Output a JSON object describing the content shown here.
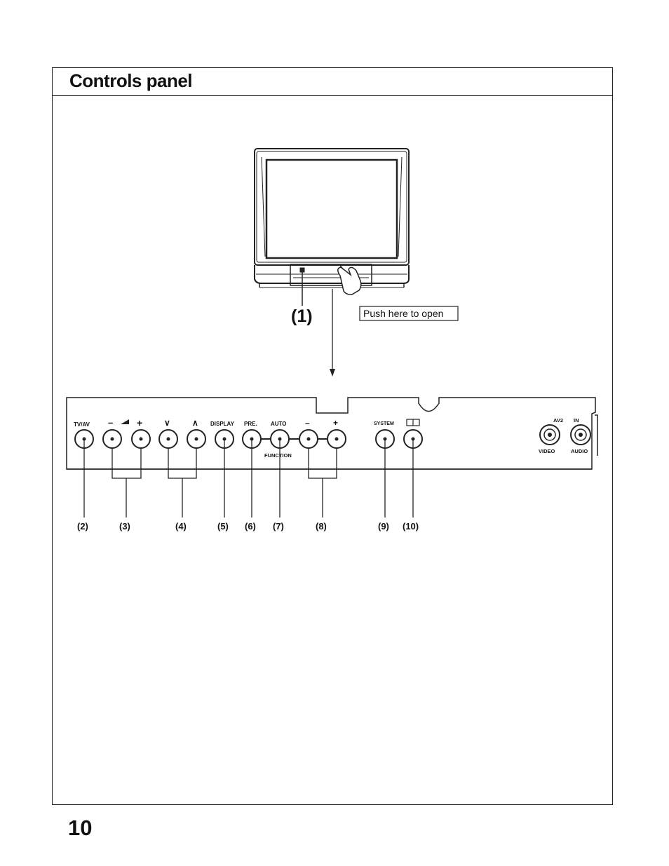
{
  "header": {
    "title": "Controls panel"
  },
  "page_number": "10",
  "tv_callout": {
    "number": "(1)",
    "push_label": "Push here to open"
  },
  "panel_labels": {
    "tv_av": "TV/AV",
    "vol_minus": "–",
    "vol_plus": "+",
    "ch_down": "∨",
    "ch_up": "∧",
    "display": "DISPLAY",
    "pre": "PRE.",
    "auto": "AUTO",
    "func_minus": "–",
    "func_plus": "+",
    "function": "FUNCTION",
    "system": "SYSTEM",
    "av2": "AV2",
    "in": "IN",
    "video": "VIDEO",
    "audio": "AUDIO"
  },
  "callouts": [
    "(2)",
    "(3)",
    "(4)",
    "(5)",
    "(6)",
    "(7)",
    "(8)",
    "(9)",
    "(10)"
  ]
}
